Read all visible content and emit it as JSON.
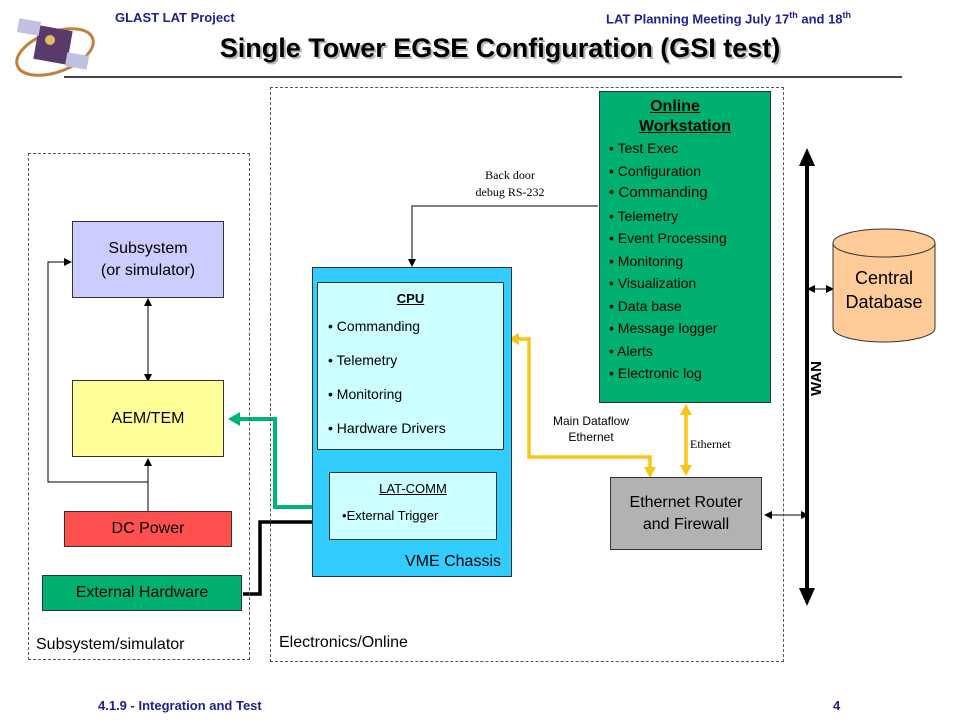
{
  "header": {
    "left": "GLAST LAT Project",
    "right_prefix": "LAT Planning Meeting July 17",
    "right_sup1": "th",
    "right_mid": " and 18",
    "right_sup2": "th"
  },
  "title": "Single Tower EGSE Configuration (GSI test)",
  "regions": {
    "subsystem": "Subsystem/simulator",
    "electronics": "Electronics/Online"
  },
  "boxes": {
    "subsystem_line1": "Subsystem",
    "subsystem_line2": "(or simulator)",
    "aem_tem": "AEM/TEM",
    "dc_power": "DC Power",
    "external_hardware": "External Hardware",
    "vme_chassis": "VME Chassis",
    "cpu_title": "CPU",
    "cpu_items": [
      "Commanding",
      "Telemetry",
      "Monitoring",
      "Hardware Drivers"
    ],
    "latcomm_title": "LAT-COMM",
    "latcomm_item": "External Trigger",
    "router_line1": "Ethernet Router",
    "router_line2": "and Firewall",
    "workstation_line1": "Online",
    "workstation_line2": "Workstation",
    "workstation_items": [
      "Test Exec",
      "Configuration",
      "Commanding",
      "Telemetry",
      "Event Processing",
      "Monitoring",
      "Visualization",
      "Data base",
      "Message logger",
      "Alerts",
      "Electronic log"
    ],
    "database_line1": "Central",
    "database_line2": "Database",
    "wan": "WAN"
  },
  "connections": {
    "backdoor_line1": "Back door",
    "backdoor_line2": "debug RS-232",
    "main_dataflow_line1": "Main Dataflow",
    "main_dataflow_line2": "Ethernet",
    "ethernet": "Ethernet"
  },
  "footer": {
    "left": "4.1.9 - Integration and Test",
    "page": "4"
  },
  "colors": {
    "subsystem_fill": "#ccccff",
    "aem_fill": "#ffff99",
    "dc_power_fill": "#ff5050",
    "external_hw_fill": "#00b070",
    "vme_fill": "#33ccff",
    "cpu_fill": "#ccffff",
    "workstation_fill": "#00b070",
    "router_fill": "#b2b2b2",
    "database_fill": "#ffcc99",
    "yellow_link": "#f5c518",
    "green_link": "#00b37a"
  }
}
